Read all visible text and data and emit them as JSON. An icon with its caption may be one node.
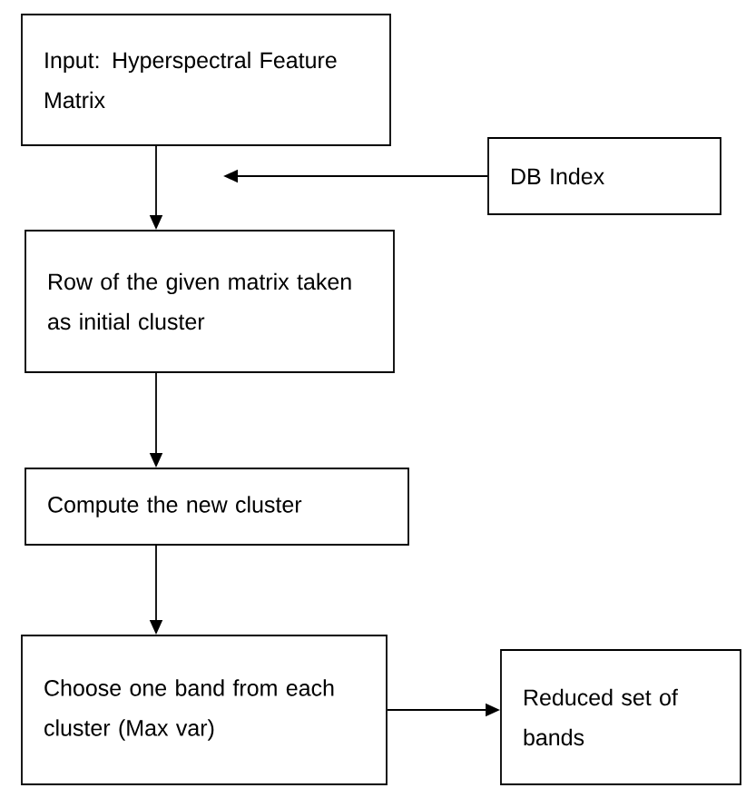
{
  "diagram": {
    "nodes": [
      {
        "text": [
          "Input: Hyperspectral Feature Matrix"
        ]
      },
      {
        "text": [
          "Row of the given matrix taken as initial cluster"
        ]
      },
      {
        "text": [
          "Compute the new cluster"
        ]
      },
      {
        "text": [
          "Choose one band from each cluster (Max var)"
        ]
      },
      {
        "text": [
          "DB Index"
        ]
      },
      {
        "text": [
          "Reduced set of bands"
        ]
      }
    ],
    "edges": [
      {
        "from": 0,
        "to": 1,
        "arrow": "to"
      },
      {
        "from": 4,
        "to": null,
        "arrow": "to"
      },
      {
        "from": 1,
        "to": 2,
        "arrow": "to"
      },
      {
        "from": 2,
        "to": 3,
        "arrow": "to"
      },
      {
        "from": 3,
        "to": 5,
        "arrow": "to"
      }
    ]
  }
}
